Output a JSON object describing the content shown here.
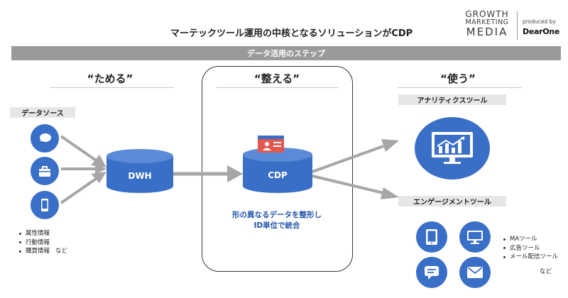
{
  "header": {
    "title": "マーテックツール運用の中核となるソリューションがCDP",
    "logo_line1": "GROWTH",
    "logo_line2": "MARKETING",
    "logo_line3": "MEDIA",
    "produced_by": "produced by",
    "brand": "DearOne"
  },
  "band": {
    "label": "データ活用のステップ"
  },
  "phases": {
    "store": "“ためる”",
    "organize": "“整える”",
    "use": "“使う”"
  },
  "sources": {
    "tag": "データソース",
    "icons": [
      "chat-bubble-icon",
      "bag-icon",
      "smartphone-icon"
    ],
    "items": [
      "属性情報",
      "行動情報",
      "購買情報"
    ],
    "suffix": "など"
  },
  "nodes": {
    "dwh": "DWH",
    "cdp": "CDP"
  },
  "cdp_description": {
    "line1": "形の異なるデータを整形し",
    "line2": "ID単位で統合"
  },
  "analytics": {
    "tag": "アナリティクスツール",
    "icon": "monitor-chart-icon"
  },
  "engagement": {
    "tag": "エンゲージメントツール",
    "icons": [
      "tablet-icon",
      "monitor-icon",
      "chat-icon",
      "mail-icon"
    ],
    "items": [
      "MAツール",
      "広告ツール",
      "メール配信ツール"
    ],
    "suffix": "など"
  },
  "colors": {
    "blue": "#3a6fc7",
    "arrow": "#a6a6a6",
    "band": "#9a9a9a",
    "tag": "#e6e6e6",
    "desc": "#2255aa"
  }
}
